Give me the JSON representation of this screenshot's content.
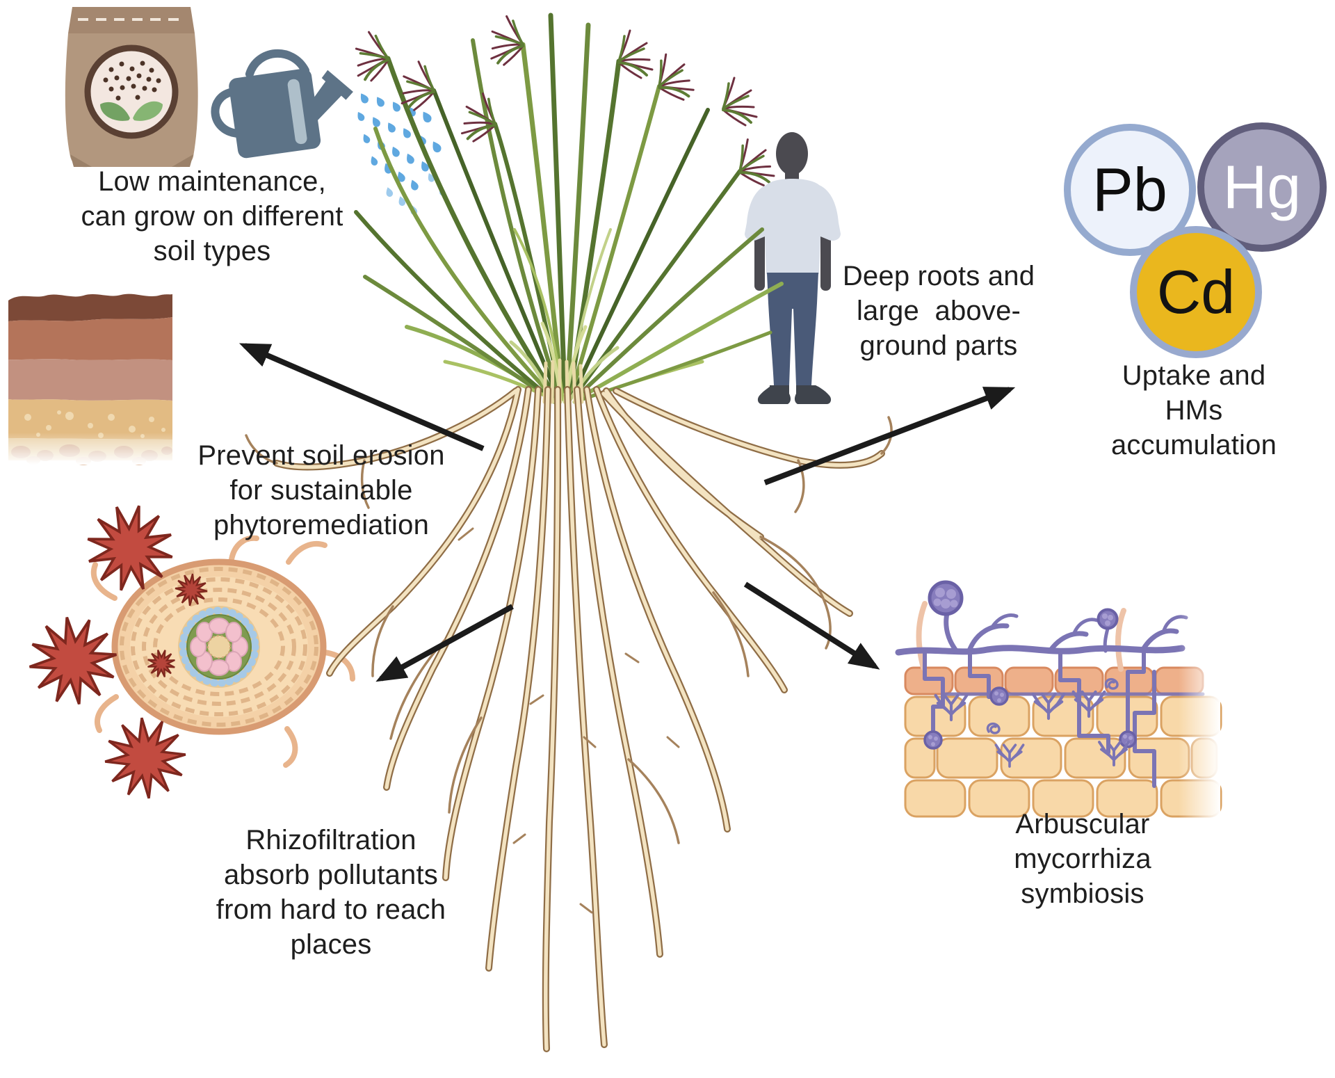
{
  "figure": {
    "background": "#ffffff",
    "callouts": {
      "low_maintenance": "Low maintenance,\ncan grow on different\nsoil types",
      "prevent_erosion": "Prevent soil erosion\nfor sustainable\nphytoremediation",
      "rhizofiltration": "Rhizofiltration\nabsorb pollutants\nfrom hard to reach\nplaces",
      "deep_roots": "Deep roots and\nlarge  above-\nground parts",
      "uptake": "Uptake and HMs\naccumulation",
      "mycorrhiza": "Arbuscular\nmycorrhiza\nsymbiosis"
    },
    "heavy_metals": [
      {
        "symbol": "Pb",
        "fill": "#edf2fb",
        "border": "#95aacf",
        "text_color": "#0d0d0d"
      },
      {
        "symbol": "Hg",
        "fill": "#a5a3bc",
        "border": "#615e7c",
        "text_color": "#ffffff"
      },
      {
        "symbol": "Cd",
        "fill": "#eab71e",
        "border": "#98a9ce",
        "text_color": "#131313"
      }
    ],
    "palette": {
      "arrow": "#1b1b1b",
      "text": "#1e1e1e",
      "pollutant_star": "#c24b40",
      "hyphae_purple": "#7b74b4",
      "root_cream": "#f3e3c1",
      "root_outline": "#8f6d46",
      "water_drop": "#5fa8e0",
      "grass_dark": "#55742f",
      "grass_light": "#a9c163",
      "soil_top_brown": "#7c4937",
      "shirt": "#d8dee8",
      "jeans": "#4a5a78"
    }
  }
}
